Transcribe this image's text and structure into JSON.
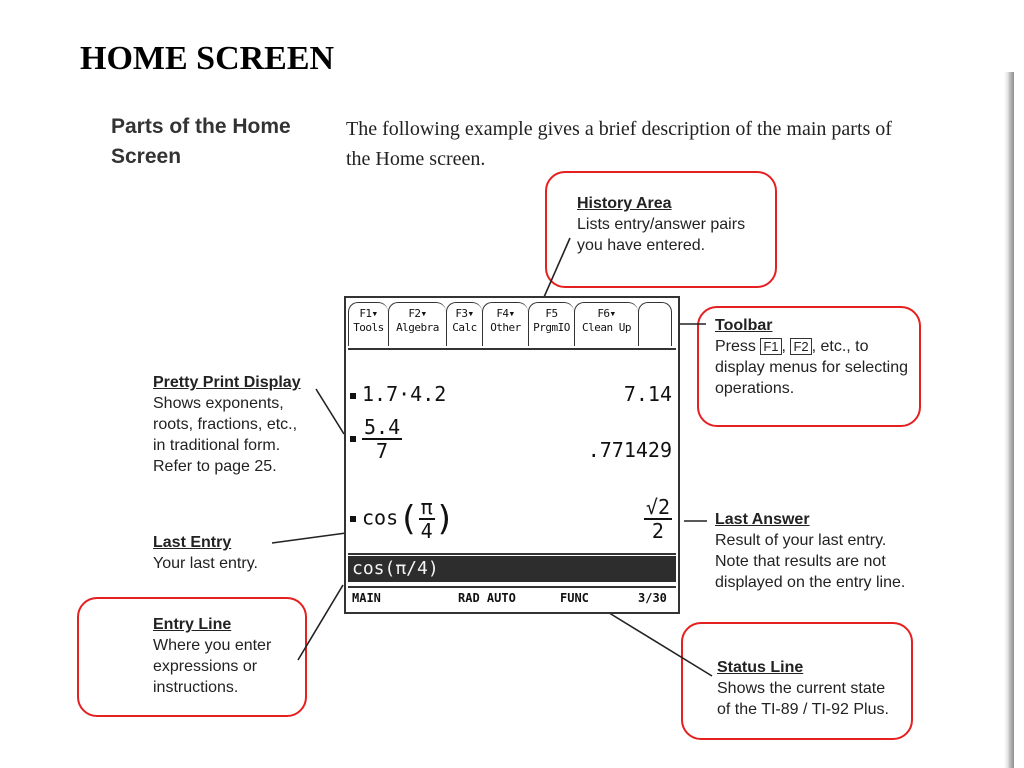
{
  "slide": {
    "title": "HOME SCREEN"
  },
  "section": {
    "heading_line1": "Parts of the Home",
    "heading_line2": "Screen",
    "intro_line1": "The following example gives a brief description of the main parts of",
    "intro_line2": "the Home screen."
  },
  "callouts": {
    "history_area": {
      "title": "History Area",
      "body": "Lists entry/answer pairs\nyou have entered."
    },
    "toolbar": {
      "title": "Toolbar",
      "body_prefix": "Press",
      "key1": "F1",
      "sep": ",",
      "key2": "F2",
      "body_suffix": ", etc., to",
      "body_rest": "display menus for selecting\noperations."
    },
    "pretty_print": {
      "title": "Pretty Print Display",
      "body": "Shows exponents,\nroots, fractions, etc.,\nin traditional form.\nRefer to page 25."
    },
    "last_entry": {
      "title": "Last Entry",
      "body": "Your last entry."
    },
    "last_answer": {
      "title": "Last Answer",
      "body": "Result of your last entry.\nNote that results are not\ndisplayed on the entry line."
    },
    "entry_line": {
      "title": "Entry Line",
      "body": "Where you enter\nexpressions or\ninstructions."
    },
    "status_line": {
      "title": "Status Line",
      "body": "Shows the current state\nof the TI-89 / TI-92 Plus."
    }
  },
  "calculator": {
    "toolbar_keys": [
      {
        "key": "F1▾",
        "label": "Tools"
      },
      {
        "key": "F2▾",
        "label": "Algebra"
      },
      {
        "key": "F3▾",
        "label": "Calc"
      },
      {
        "key": "F4▾",
        "label": "Other"
      },
      {
        "key": "F5",
        "label": "PrgmIO"
      },
      {
        "key": "F6▾",
        "label": "Clean Up"
      }
    ],
    "history": [
      {
        "entry": "1.7·4.2",
        "answer": "7.14"
      },
      {
        "entry_num": "5.4",
        "entry_den": "7",
        "answer": ".771429"
      },
      {
        "entry_func": "cos",
        "entry_num": "π",
        "entry_den": "4",
        "answer_num": "√2",
        "answer_den": "2"
      }
    ],
    "entry_line": "cos(π/4)",
    "status": {
      "mode": "MAIN",
      "angle": "RAD AUTO",
      "graph": "FUNC",
      "history_count": "3/30"
    }
  }
}
